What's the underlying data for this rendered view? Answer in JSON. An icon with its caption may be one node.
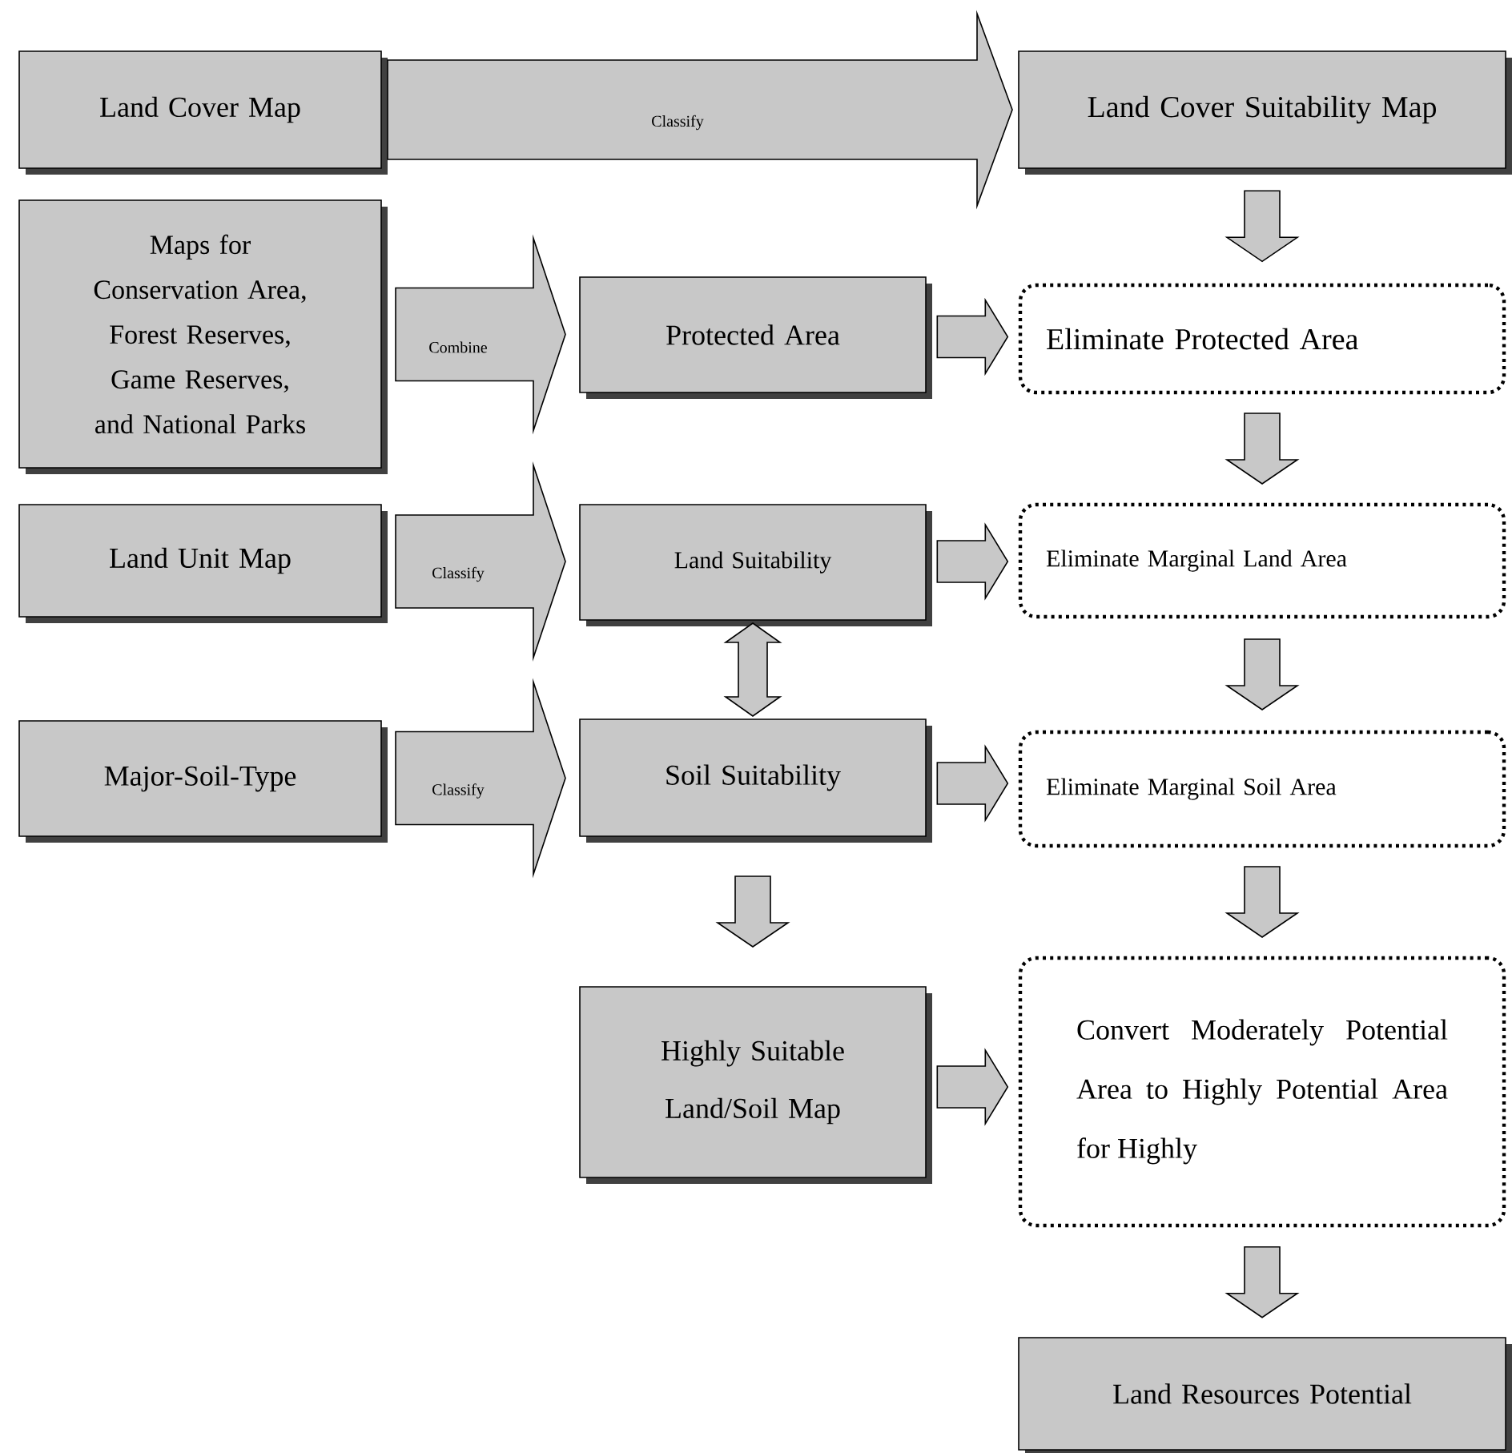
{
  "diagram": {
    "nodes": [
      {
        "text": [
          "Land Cover Map"
        ]
      },
      {
        "text": [
          "Maps for Conservation Area, Forest Reserves, Game Reserves, and National Parks"
        ]
      },
      {
        "text": [
          "Land Unit Map"
        ]
      },
      {
        "text": [
          "Major-Soil-Type"
        ]
      },
      {
        "text": [
          "Protected Area"
        ]
      },
      {
        "text": [
          "Land Suitability"
        ]
      },
      {
        "text": [
          "Soil Suitability"
        ]
      },
      {
        "text": [
          "Highly Suitable Land/Soil Map"
        ]
      },
      {
        "text": [
          "Land Cover Suitability Map"
        ]
      },
      {
        "text": [
          "Eliminate Protected Area"
        ]
      },
      {
        "text": [
          "Eliminate Marginal Land Area"
        ]
      },
      {
        "text": [
          "Eliminate Marginal Soil Area"
        ]
      },
      {
        "text": [
          "Convert Moderately Potential Area to Highly Potential Area for Highly"
        ]
      },
      {
        "text": [
          "Land Resources Potential"
        ]
      }
    ],
    "edges": [
      {
        "from": 0,
        "to": 8,
        "arrow": "to",
        "label": "Classify"
      },
      {
        "from": 1,
        "to": 4,
        "arrow": "to",
        "label": "Combine"
      },
      {
        "from": 2,
        "to": 5,
        "arrow": "to",
        "label": "Classify"
      },
      {
        "from": 3,
        "to": 6,
        "arrow": "to",
        "label": "Classify"
      },
      {
        "from": 8,
        "to": 9,
        "arrow": "to"
      },
      {
        "from": 4,
        "to": 9,
        "arrow": "to"
      },
      {
        "from": 9,
        "to": 10,
        "arrow": "to"
      },
      {
        "from": 5,
        "to": 10,
        "arrow": "to"
      },
      {
        "from": 5,
        "to": 6,
        "arrow": "both"
      },
      {
        "from": 10,
        "to": 11,
        "arrow": "to"
      },
      {
        "from": 6,
        "to": 11,
        "arrow": "to"
      },
      {
        "from": 6,
        "to": 7,
        "arrow": "to"
      },
      {
        "from": 11,
        "to": 12,
        "arrow": "to"
      },
      {
        "from": 7,
        "to": 12,
        "arrow": "to"
      },
      {
        "from": 12,
        "to": 13,
        "arrow": "to"
      }
    ]
  }
}
